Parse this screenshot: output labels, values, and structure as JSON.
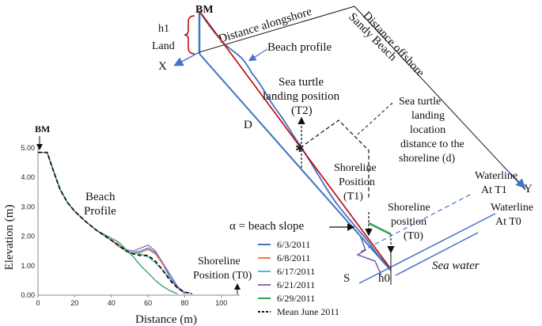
{
  "diagram": {
    "bm": "BM",
    "h1": "h1",
    "land": "Land",
    "x": "X",
    "y": "Y",
    "distance_alongshore": "Distance alongshore",
    "sandy_beach": "Sandy Beach",
    "distance_offshore": "Distance offshore",
    "beach_profile": "Beach profile",
    "turtle_landing": [
      "Sea turtle",
      "landing position",
      "(T2)"
    ],
    "turtle_distance": [
      "Sea turtle",
      "landing",
      "location",
      "distance to the",
      "shoreline (d)"
    ],
    "d": "D",
    "shoreline_t1": [
      "Shoreline",
      "Position",
      "(T1)"
    ],
    "shoreline_t0": [
      "Shoreline",
      "position",
      "(T0)"
    ],
    "waterline_t1": [
      "Waterline",
      "At T1"
    ],
    "waterline_t0": [
      "Waterline",
      "At T0"
    ],
    "alpha": "α  = beach slope",
    "s": "S",
    "h0": "h0",
    "sea_water": "Sea water"
  },
  "colors": {
    "blue": "#4472c4",
    "red": "#c00000",
    "green": "#2e9e5a",
    "purple": "#7b5aa6"
  },
  "chart_data": {
    "type": "line",
    "title": "",
    "xlabel": "Distance (m)",
    "ylabel": "Elevation (m)",
    "xlim": [
      0,
      110
    ],
    "ylim": [
      0,
      5
    ],
    "xticks": [
      0,
      20,
      40,
      60,
      80,
      100
    ],
    "yticks": [
      "0.00",
      "1.00",
      "2.00",
      "3.00",
      "4.00",
      "5.00"
    ],
    "annotations": {
      "bm": "BM",
      "beach_profile": [
        "Beach",
        "Profile"
      ],
      "shoreline": [
        "Shoreline",
        "Position (T0)"
      ]
    },
    "series": [
      {
        "name": "6/3/2011",
        "color": "#4472c4",
        "dash": "",
        "x": [
          0,
          5,
          8,
          12,
          16,
          20,
          26,
          32,
          38,
          44,
          48,
          52,
          56,
          60,
          64,
          68,
          72,
          76,
          80
        ],
        "y": [
          4.85,
          4.85,
          4.3,
          3.6,
          3.15,
          2.85,
          2.5,
          2.2,
          1.95,
          1.7,
          1.5,
          1.45,
          1.5,
          1.6,
          1.45,
          1.1,
          0.7,
          0.3,
          0.05
        ]
      },
      {
        "name": "6/8/2011",
        "color": "#ed7d31",
        "dash": "",
        "x": [
          0,
          5,
          8,
          12,
          16,
          20,
          26,
          32,
          38,
          44,
          48,
          52,
          56,
          60,
          64,
          68,
          72,
          76,
          80
        ],
        "y": [
          4.85,
          4.85,
          4.3,
          3.6,
          3.15,
          2.85,
          2.5,
          2.2,
          1.95,
          1.65,
          1.5,
          1.4,
          1.45,
          1.55,
          1.4,
          1.05,
          0.6,
          0.25,
          0.05
        ]
      },
      {
        "name": "6/17/2011",
        "color": "#4bc0c8",
        "dash": "",
        "x": [
          0,
          5,
          8,
          12,
          16,
          20,
          26,
          32,
          38,
          44,
          48,
          52,
          56,
          60,
          64,
          68,
          72,
          76,
          80,
          84
        ],
        "y": [
          4.85,
          4.85,
          4.3,
          3.6,
          3.15,
          2.85,
          2.5,
          2.2,
          1.95,
          1.7,
          1.5,
          1.45,
          1.4,
          1.3,
          1.1,
          0.85,
          0.55,
          0.25,
          0.1,
          0.05
        ]
      },
      {
        "name": "6/21/2011",
        "color": "#8e6fb5",
        "dash": "",
        "x": [
          0,
          5,
          8,
          12,
          16,
          20,
          26,
          32,
          38,
          44,
          48,
          52,
          56,
          60,
          64,
          68,
          72,
          76,
          80
        ],
        "y": [
          4.85,
          4.85,
          4.3,
          3.6,
          3.15,
          2.85,
          2.5,
          2.2,
          1.95,
          1.7,
          1.55,
          1.5,
          1.6,
          1.7,
          1.5,
          1.1,
          0.6,
          0.25,
          0.05
        ]
      },
      {
        "name": "6/29/2011",
        "color": "#2e9e5a",
        "dash": "",
        "x": [
          0,
          5,
          8,
          12,
          16,
          20,
          26,
          32,
          38,
          44,
          48,
          52,
          56,
          60,
          64,
          68,
          72,
          76
        ],
        "y": [
          4.85,
          4.85,
          4.3,
          3.6,
          3.15,
          2.85,
          2.5,
          2.2,
          2.0,
          1.8,
          1.55,
          1.3,
          1.0,
          0.75,
          0.5,
          0.3,
          0.15,
          0.05
        ]
      },
      {
        "name": "Mean June 2011",
        "color": "#111111",
        "dash": "5,3",
        "x": [
          0,
          5,
          8,
          12,
          16,
          20,
          26,
          32,
          38,
          44,
          48,
          52,
          56,
          60,
          64,
          68,
          72,
          76,
          80,
          84
        ],
        "y": [
          4.85,
          4.85,
          4.3,
          3.6,
          3.15,
          2.85,
          2.5,
          2.2,
          1.95,
          1.7,
          1.5,
          1.4,
          1.35,
          1.35,
          1.15,
          0.85,
          0.5,
          0.25,
          0.1,
          0.05
        ]
      }
    ]
  }
}
